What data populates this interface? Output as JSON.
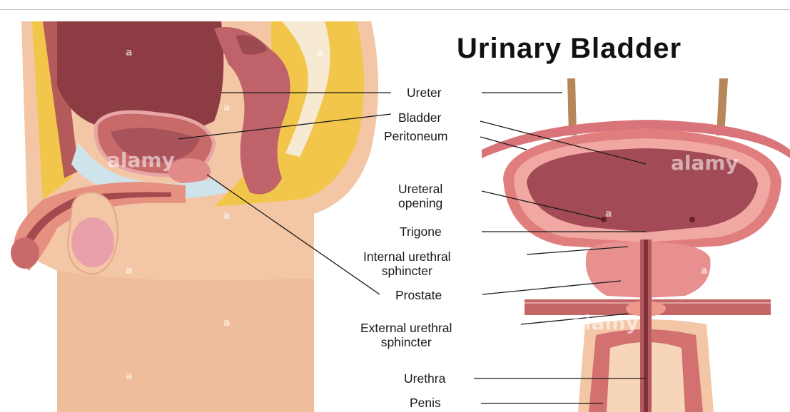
{
  "title": "Urinary Bladder",
  "labels": {
    "ureter": "Ureter",
    "bladder": "Bladder",
    "peritoneum": "Peritoneum",
    "ureteral_opening_1": "Ureteral",
    "ureteral_opening_2": "opening",
    "trigone": "Trigone",
    "internal_sphincter_1": "Internal urethral",
    "internal_sphincter_2": "sphincter",
    "prostate": "Prostate",
    "external_sphincter_1": "External urethral",
    "external_sphincter_2": "sphincter",
    "urethra": "Urethra",
    "penis": "Penis"
  },
  "watermark": {
    "brand": "alamy",
    "mark": "a"
  },
  "colors": {
    "skin": "#f3c6a5",
    "muscle": "#c86a6a",
    "dark_tissue": "#9b4a4f",
    "fat": "#f2c64a",
    "ureter": "#b8865b"
  }
}
